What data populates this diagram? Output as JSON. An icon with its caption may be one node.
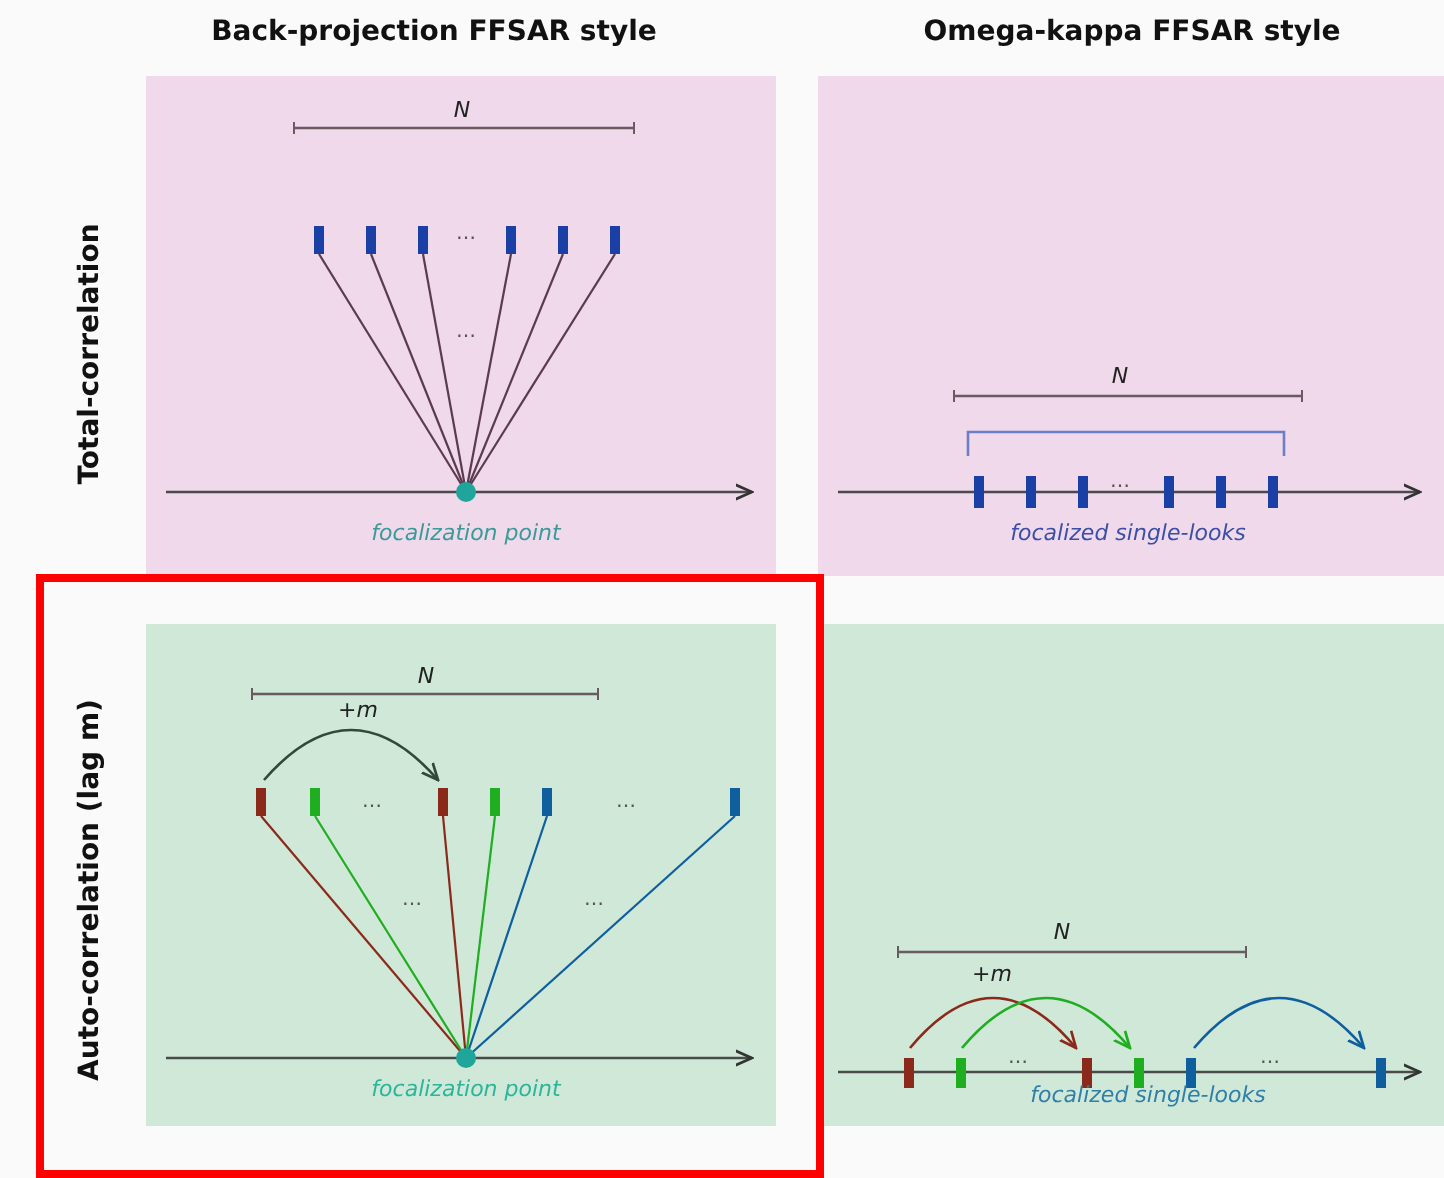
{
  "diagram": {
    "nodes": [
      {
        "text": [
          "focalization point"
        ]
      },
      {
        "text": [
          "focalized single-looks"
        ]
      },
      {
        "text": [
          "focalization point"
        ]
      },
      {
        "text": [
          "focalized single-looks"
        ]
      }
    ],
    "labels": [
      "Back-projection FFSAR style",
      "Omega-kappa FFSAR style",
      "Total-correlation",
      "N",
      "…",
      "…",
      "N",
      "…",
      "Auto-correlation (lag m)",
      "N",
      "+m",
      "…",
      "…",
      "…",
      "…",
      "N",
      "+m",
      "…",
      "…"
    ]
  }
}
